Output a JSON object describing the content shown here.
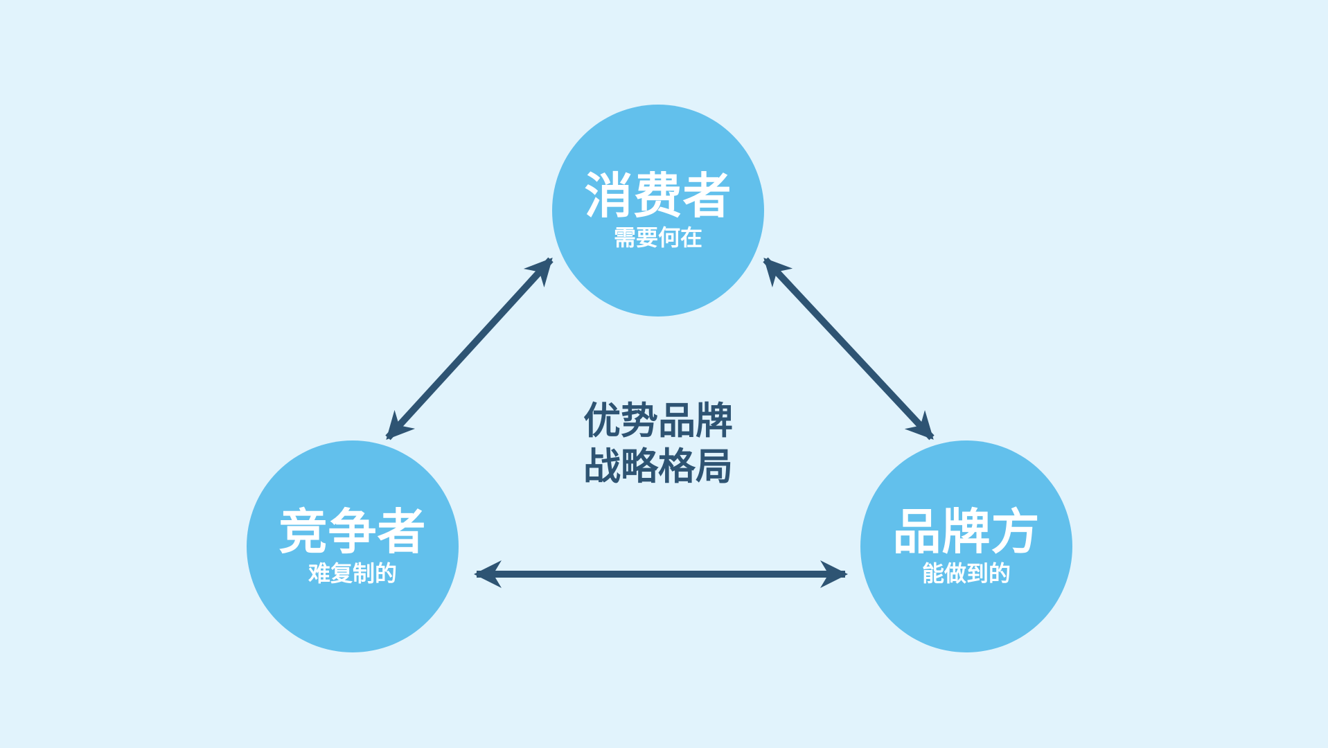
{
  "nodes": {
    "consumer": {
      "title": "消费者",
      "subtitle": "需要何在"
    },
    "competitor": {
      "title": "竞争者",
      "subtitle": "难复制的"
    },
    "brand": {
      "title": "品牌方",
      "subtitle": "能做到的"
    }
  },
  "center": {
    "line1": "优势品牌",
    "line2": "战略格局"
  },
  "colors": {
    "background": "#e1f3fc",
    "circle": "#62c0ec",
    "arrow": "#2e5473",
    "circle_text": "#ffffff"
  }
}
